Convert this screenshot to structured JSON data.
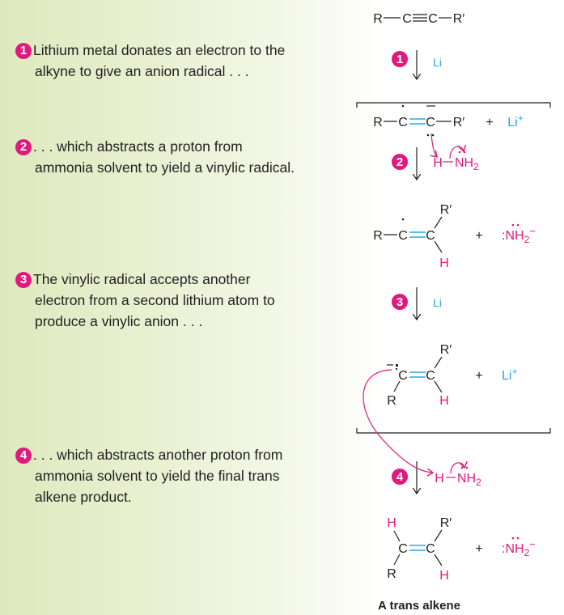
{
  "steps": [
    {
      "num": "1",
      "lines": [
        "Lithium metal donates an electron to the",
        "alkyne to give an anion radical . . ."
      ]
    },
    {
      "num": "2",
      "lines": [
        ". . . which abstracts a proton from",
        "ammonia solvent to yield a vinylic radical."
      ]
    },
    {
      "num": "3",
      "lines": [
        "The vinylic radical accepts another",
        "electron from a second lithium atom to",
        "produce a vinylic anion . . ."
      ]
    },
    {
      "num": "4",
      "lines": [
        ". . . which abstracts another proton from",
        "ammonia solvent to yield the final trans",
        "alkene product."
      ]
    }
  ],
  "atoms": {
    "R": "R",
    "C": "C",
    "Rp": "R′",
    "H": "H",
    "plus": "+",
    "Li": "Li",
    "Li_plus": "Li",
    "sup_plus": "+",
    "NH": "NH",
    "sub2": "2",
    "minus": "−",
    "colon": ":"
  },
  "caption": "A trans alkene",
  "colors": {
    "magenta": "#e0197d",
    "blue": "#29a9e0",
    "text": "#231f20"
  }
}
